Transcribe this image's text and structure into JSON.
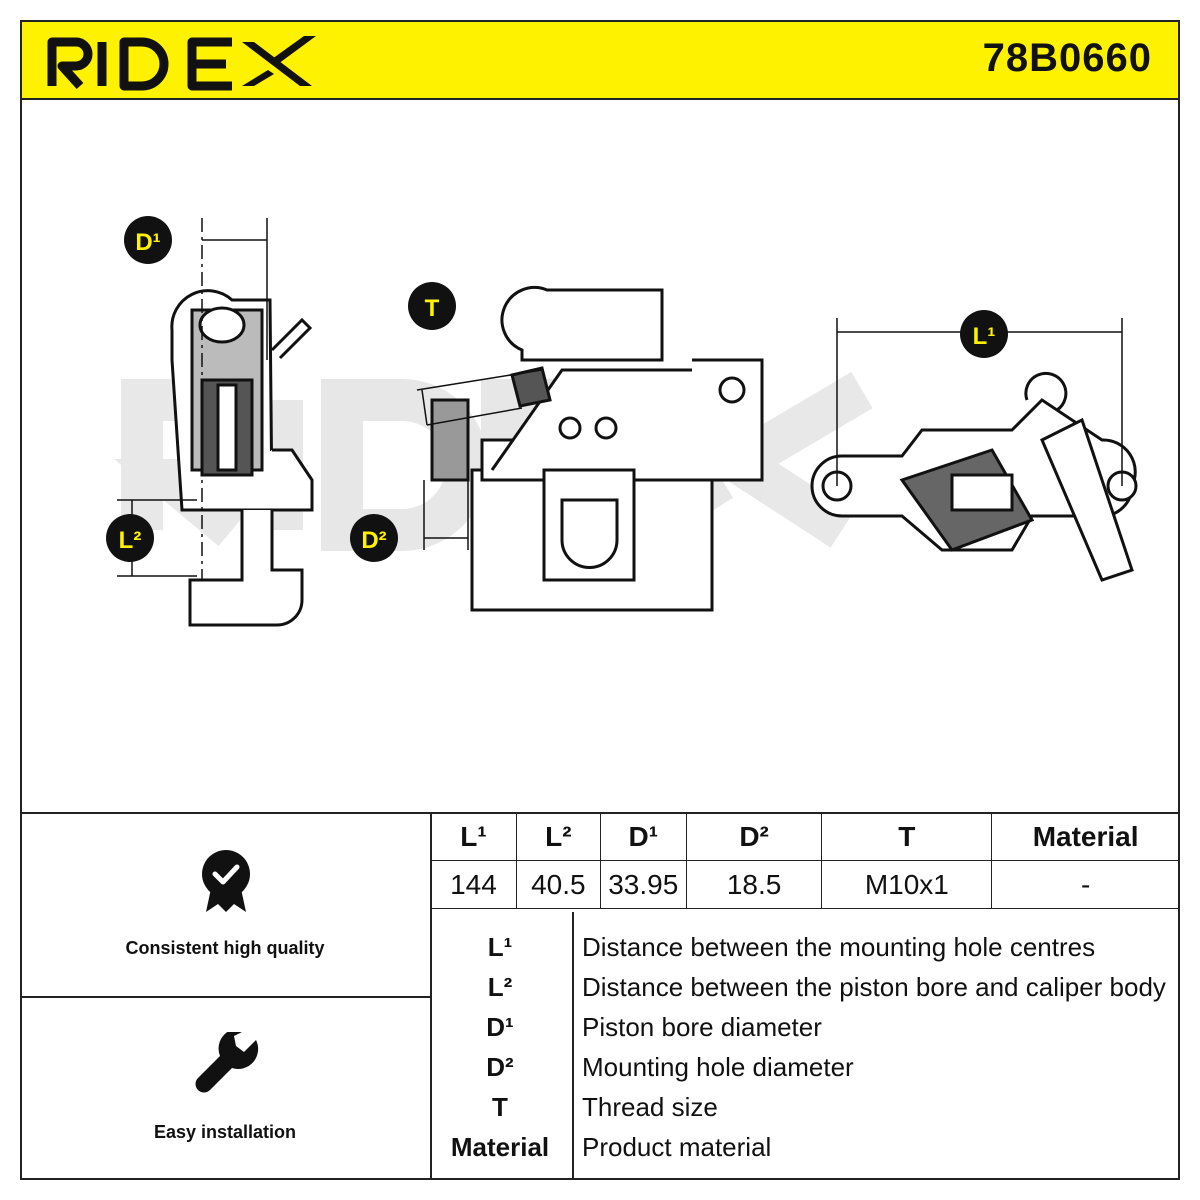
{
  "header": {
    "brand": "RIDEX",
    "part_number": "78B0660",
    "background_color": "#fef200"
  },
  "watermark": "RIDEX",
  "dimension_badges": {
    "d1": "D¹",
    "t": "T",
    "l2": "L²",
    "d2": "D²",
    "l1": "L¹"
  },
  "features": [
    {
      "icon": "quality-badge-icon",
      "label": "Consistent high quality"
    },
    {
      "icon": "wrench-icon",
      "label": "Easy installation"
    }
  ],
  "spec_table": {
    "headers": [
      "L¹",
      "L²",
      "D¹",
      "D²",
      "T",
      "Material"
    ],
    "values": [
      "144",
      "40.5",
      "33.95",
      "18.5",
      "M10x1",
      "-"
    ]
  },
  "legend": [
    {
      "symbol": "L¹",
      "description": "Distance between the mounting hole centres"
    },
    {
      "symbol": "L²",
      "description": "Distance between the piston bore and caliper body"
    },
    {
      "symbol": "D¹",
      "description": "Piston bore diameter"
    },
    {
      "symbol": "D²",
      "description": "Mounting hole diameter"
    },
    {
      "symbol": "T",
      "description": "Thread size"
    },
    {
      "symbol": "Material",
      "description": "Product material"
    }
  ]
}
